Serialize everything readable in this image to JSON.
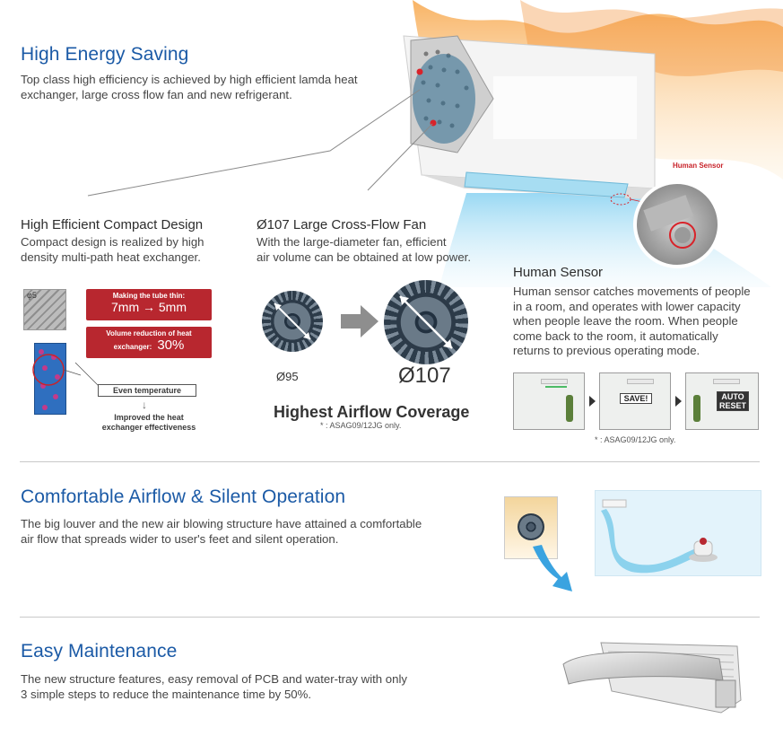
{
  "energy": {
    "title": "High Energy Saving",
    "body": "Top class high efficiency is achieved by high efficient lamda heat\nexchanger, large cross flow fan and new refrigerant."
  },
  "compact": {
    "title": "High Efficient Compact Design",
    "body": "Compact design is realized by high\ndensity multi-path heat exchanger.",
    "dim_label": "φ5",
    "tube_box_title": "Making the tube thin:",
    "tube_box_value": "7mm → 5mm",
    "volume_box_title": "Volume reduction of heat",
    "volume_box_label": "exchanger:",
    "volume_box_value": "30%",
    "even_temp": "Even temperature",
    "improved": "Improved the heat\nexchanger effectiveness"
  },
  "fan": {
    "title": "Ø107 Large Cross-Flow Fan",
    "body": "With the large-diameter fan, efficient\nair volume can be obtained at low power.",
    "small_label": "Ø95",
    "large_label": "Ø107",
    "coverage_title": "Highest Airflow Coverage",
    "note": "* : ASAG09/12JG only."
  },
  "sensor": {
    "callout": "Human Sensor",
    "title": "Human Sensor",
    "body": "Human sensor catches movements of people\nin a room, and operates with lower capacity\nwhen people leave the room. When people\ncome back to the room, it automatically\nreturns to previous operating mode.",
    "save_badge": "SAVE!",
    "auto_badge": "AUTO\nRESET",
    "note": "* : ASAG09/12JG only."
  },
  "airflow": {
    "title": "Comfortable Airflow & Silent Operation",
    "body": "The big louver and the new air blowing structure have attained a comfortable\nair flow that spreads wider to user's feet and silent operation."
  },
  "maintenance": {
    "title": "Easy Maintenance",
    "body": "The new structure features, easy removal of PCB and water-tray with only\n3 simple steps to reduce the maintenance time by 50%."
  },
  "colors": {
    "heading_blue": "#1b5aa6",
    "accent_red": "#b8272f",
    "airflow_blue": "#7ccbea"
  }
}
